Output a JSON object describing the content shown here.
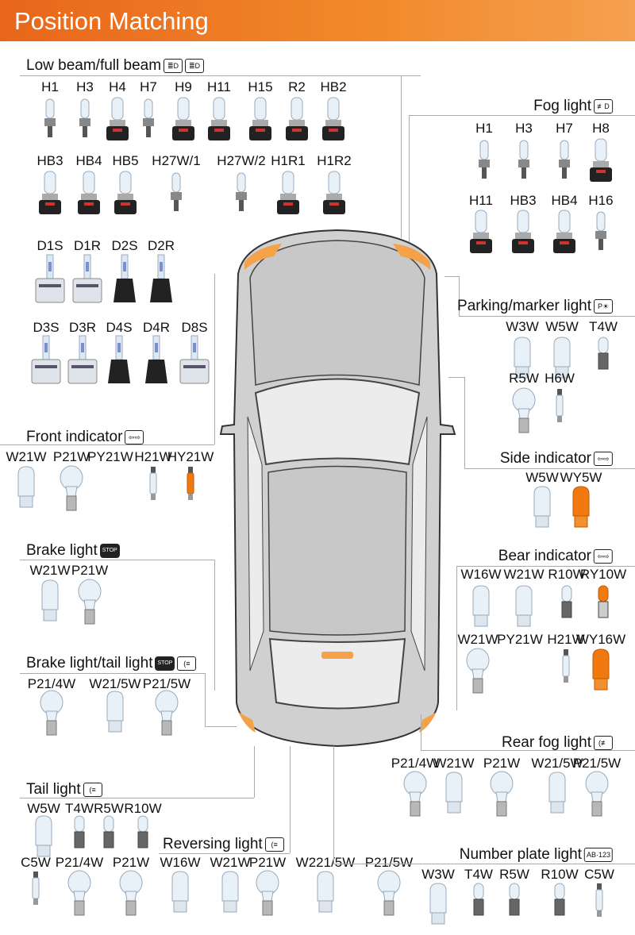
{
  "header": {
    "title": "Position Matching"
  },
  "groups": [
    {
      "id": "low-beam",
      "title": "Low beam/full beam",
      "icons": [
        "low-beam-icon",
        "high-beam-icon"
      ],
      "icon_text": [
        "≣D",
        "≣D"
      ],
      "rows": [
        [
          "H1",
          "H3",
          "H4",
          "H7",
          "H9",
          "H11",
          "H15",
          "R2",
          "HB2"
        ],
        [
          "HB3",
          "HB4",
          "HB5",
          "H27W/1",
          "H27W/2",
          "H1R1",
          "H1R2"
        ],
        [
          "D1S",
          "D1R",
          "D2S",
          "D2R"
        ],
        [
          "D3S",
          "D3R",
          "D4S",
          "D4R",
          "D8S"
        ]
      ]
    },
    {
      "id": "fog-light",
      "title": "Fog light",
      "icons": [
        "fog-light-icon"
      ],
      "icon_text": [
        "≢D"
      ],
      "rows": [
        [
          "H1",
          "H3",
          "H7",
          "H8"
        ],
        [
          "H11",
          "HB3",
          "HB4",
          "H16"
        ]
      ]
    },
    {
      "id": "parking-light",
      "title": "Parking/marker light",
      "icons": [
        "parking-light-icon"
      ],
      "icon_text": [
        "P☀"
      ],
      "rows": [
        [
          "W3W",
          "W5W",
          "T4W"
        ],
        [
          "R5W",
          "H6W"
        ]
      ]
    },
    {
      "id": "front-indicator",
      "title": "Front indicator",
      "icons": [
        "indicator-arrows-icon"
      ],
      "icon_text": [
        "⇦⇨"
      ],
      "rows": [
        [
          "W21W",
          "P21W",
          "PY21W",
          "H21W",
          "HY21W"
        ]
      ]
    },
    {
      "id": "side-indicator",
      "title": "Side indicator",
      "icons": [
        "indicator-arrows-icon"
      ],
      "icon_text": [
        "⇦⇨"
      ],
      "rows": [
        [
          "W5W",
          "WY5W"
        ]
      ]
    },
    {
      "id": "brake-light",
      "title": "Brake light",
      "icons": [
        "stop-icon"
      ],
      "icon_text": [
        "STOP"
      ],
      "rows": [
        [
          "W21W",
          "P21W"
        ]
      ]
    },
    {
      "id": "bear-indicator",
      "title": "Bear indicator",
      "icons": [
        "indicator-arrows-icon"
      ],
      "icon_text": [
        "⇦⇨"
      ],
      "rows": [
        [
          "W16W",
          "W21W",
          "R10W",
          "RY10W"
        ],
        [
          "W21W",
          "PY21W",
          "H21W",
          "WY16W"
        ]
      ]
    },
    {
      "id": "brake-tail-light",
      "title": "Brake light/tail light",
      "icons": [
        "stop-icon",
        "tail-light-icon"
      ],
      "icon_text": [
        "STOP",
        "(≡"
      ],
      "rows": [
        [
          "P21/4W",
          "W21/5W",
          "P21/5W"
        ]
      ]
    },
    {
      "id": "rear-fog-light",
      "title": "Rear fog light",
      "icons": [
        "rear-fog-icon"
      ],
      "icon_text": [
        "(≢"
      ],
      "rows": [
        [
          "P21/4W",
          "W21W",
          "P21W",
          "W21/5W",
          "P21/5W"
        ]
      ]
    },
    {
      "id": "tail-light",
      "title": "Tail light",
      "icons": [
        "tail-light-icon"
      ],
      "icon_text": [
        "(≡"
      ],
      "rows": [
        [
          "W5W",
          "T4W",
          "R5W",
          "R10W"
        ]
      ]
    },
    {
      "id": "reversing-light",
      "title": "Reversing light",
      "icons": [
        "reversing-light-icon"
      ],
      "icon_text": [
        "(≡"
      ],
      "rows": [
        [
          "C5W",
          "P21/4W",
          "P21W",
          "W16W",
          "W21W",
          "P21W",
          "W221/5W",
          "P21/5W"
        ]
      ]
    },
    {
      "id": "number-plate-light",
      "title": "Number plate light",
      "icons": [
        "number-plate-icon"
      ],
      "icon_text": [
        "AB·123"
      ],
      "rows": [
        [
          "W3W",
          "T4W",
          "R5W",
          "R10W",
          "C5W"
        ]
      ]
    }
  ],
  "colors": {
    "header": "#f28a2c",
    "amber": "#f07a10",
    "car_body": "#d0d0d0",
    "car_light": "#f4a24a"
  }
}
